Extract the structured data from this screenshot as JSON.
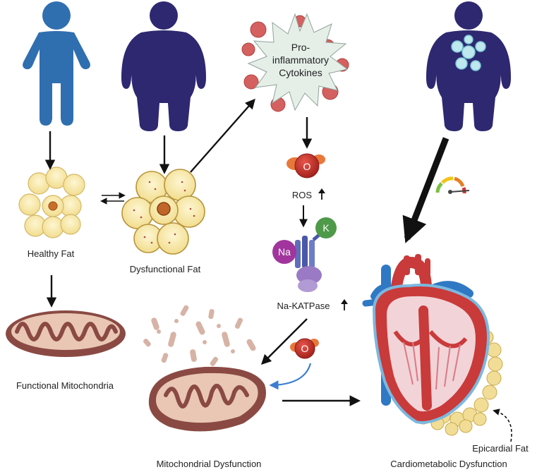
{
  "labels": {
    "healthy_fat": "Healthy Fat",
    "dysfunctional_fat": "Dysfunctional Fat",
    "functional_mitochondria": "Functional Mitochondria",
    "mitochondrial_dysfunction": "Mitochondrial Dysfunction",
    "cytokines_line1": "Pro-",
    "cytokines_line2": "inflammatory",
    "cytokines_line3": "Cytokines",
    "ros": "ROS",
    "na_katpase": "Na-KATPase",
    "cardiometabolic_dysfunction": "Cardiometabolic Dysfunction",
    "epicardial_fat": "Epicardial Fat"
  },
  "symbols": {
    "oxygen": "O",
    "sodium": "Na",
    "potassium": "K",
    "up_arrow": "🠉"
  },
  "colors": {
    "healthy_person": "#2f6fb0",
    "obese_person": "#2d2870",
    "fat_cell": "#f8e9a8",
    "fat_cell_stroke": "#c9a94a",
    "ros_red": "#c0312a",
    "mito_brown": "#8a4a43",
    "heart_red": "#c93a3a",
    "vessel_blue": "#2f78c4",
    "arrow_blue": "#3c7fd0",
    "na_purple": "#a1359d",
    "k_green": "#4f9a4a"
  }
}
